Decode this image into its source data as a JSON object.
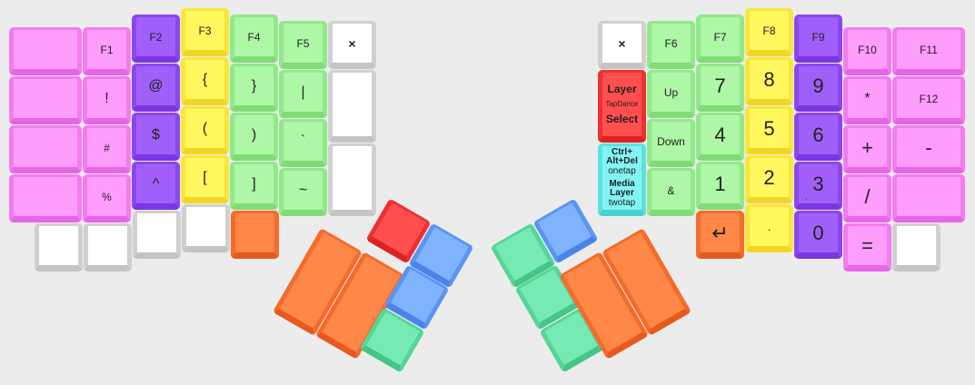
{
  "labels": {
    "F1": "F1",
    "F2": "F2",
    "F3": "F3",
    "F4": "F4",
    "F5": "F5",
    "F6": "F6",
    "F7": "F7",
    "F8": "F8",
    "F9": "F9",
    "F10": "F10",
    "F11": "F11",
    "F12": "F12",
    "excl": "!",
    "at": "@",
    "lbrace": "{",
    "rbrace": "}",
    "pipe": "|",
    "hash": "#",
    "dollar": "$",
    "lparen": "(",
    "rparen": ")",
    "backtick": "`",
    "percent": "%",
    "caret": "^",
    "lbracket": "[",
    "rbracket": "]",
    "tilde": "~",
    "close": "×",
    "layer": "Layer",
    "tapdance": "TapDance",
    "select": "Select",
    "up": "Up",
    "down": "Down",
    "ctrl": "Ctrl+",
    "altdel": "Alt+Del",
    "onetap": "onetap",
    "media": "Media",
    "layer2": "Layer",
    "twotap": "twotap",
    "amp": "&",
    "n7": "7",
    "n8": "8",
    "n9": "9",
    "n4": "4",
    "n5": "5",
    "n6": "6",
    "n1": "1",
    "n2": "2",
    "n3": "3",
    "n0": "0",
    "star": "*",
    "plus": "+",
    "minus": "-",
    "slash": "/",
    "equals": "=",
    "dot": ".",
    "enter": "↵",
    "comma_small": ","
  },
  "colors": {
    "pink": "#ff9dfc",
    "purple": "#a15ff9",
    "yellow": "#fff85f",
    "green": "#aef7a6",
    "white": "#ffffff",
    "orange": "#ff8748",
    "red": "#ff4f4f",
    "cyan": "#83f4f4",
    "blue": "#7fb3ff",
    "mint": "#76e9b4",
    "background": "#ececec"
  }
}
